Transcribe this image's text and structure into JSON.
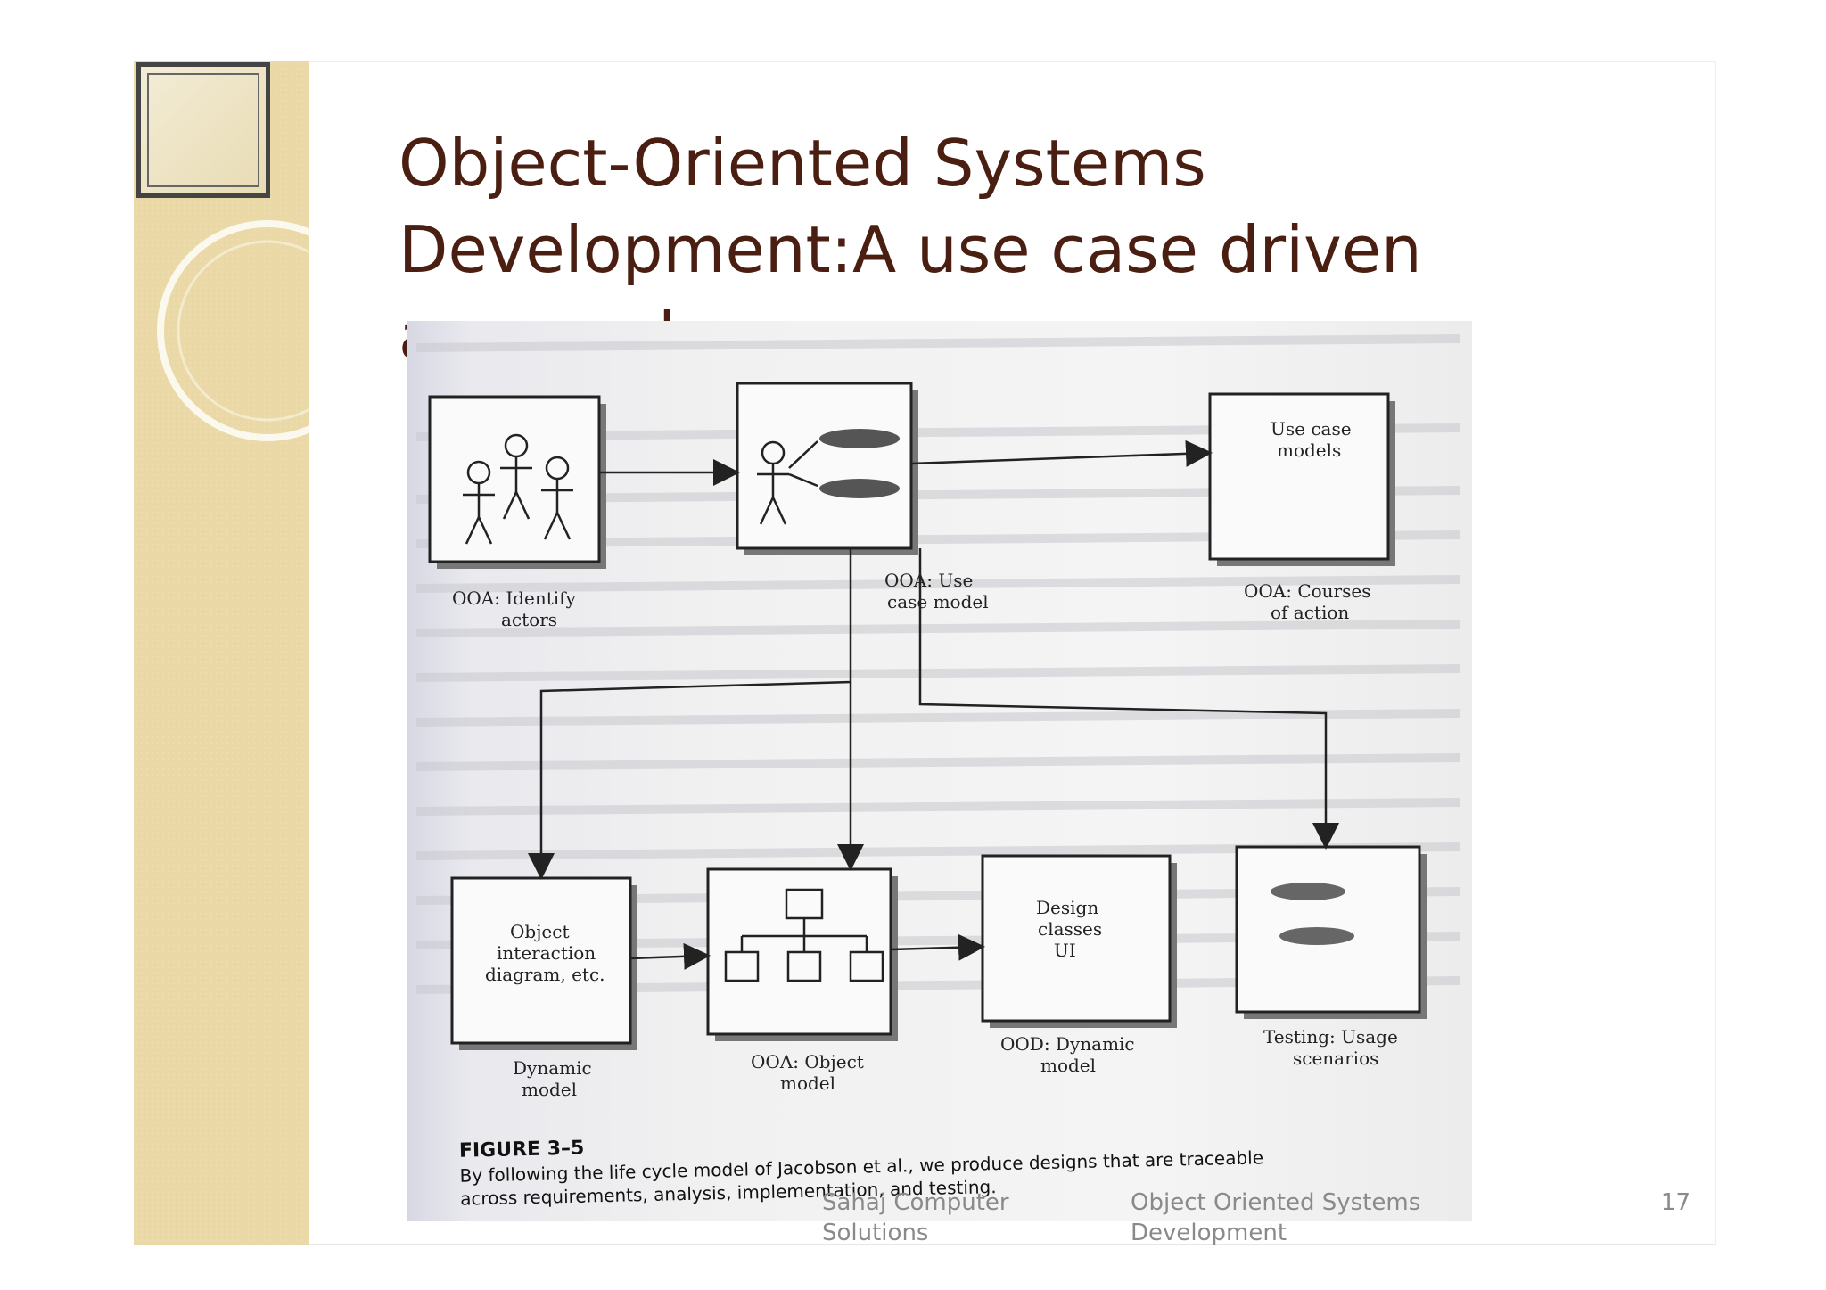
{
  "slide": {
    "title": "Object-Oriented Systems Development:A  use case driven approach",
    "footer": {
      "author": "Sahaj Computer Solutions",
      "course": "Object Oriented Systems Development",
      "page_number": "17"
    }
  },
  "figure": {
    "boxes": [
      {
        "label": "OOA: Identify actors"
      },
      {
        "label": "OOA: Use case model"
      },
      {
        "label": "Use case models",
        "caption": "OOA: Courses of action"
      },
      {
        "label": "Object interaction diagram, etc.",
        "caption": "Dynamic model"
      },
      {
        "caption": "OOA: Object model"
      },
      {
        "label": "Design classes UI",
        "caption": "OOD: Dynamic model"
      },
      {
        "caption": "Testing: Usage scenarios"
      }
    ],
    "caption_heading": "FIGURE 3–5",
    "caption_text": "By following the life cycle model of Jacobson et al., we produce designs that are traceable across requirements, analysis, implementation, and testing."
  }
}
